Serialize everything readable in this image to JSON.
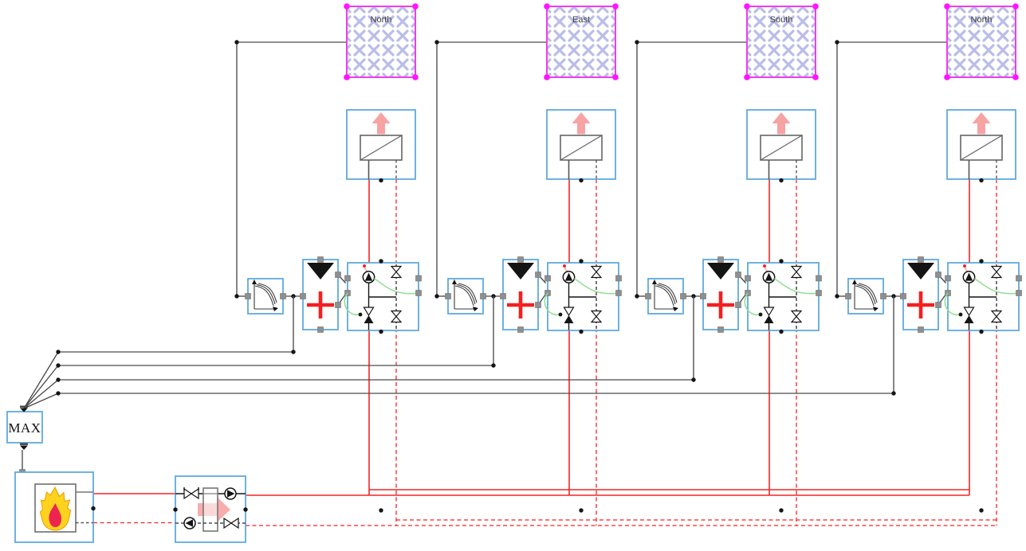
{
  "zones": [
    {
      "label": "North"
    },
    {
      "label": "East"
    },
    {
      "label": "South"
    },
    {
      "label": "North"
    }
  ],
  "max_block": {
    "label": "MAX"
  },
  "icons": {
    "room": "crosshatch-room-icon",
    "radiator": "radiator-heat-arrow-icon",
    "heating_curve": "heating-curve-icon",
    "sum_block": "triangle-plus-icon",
    "pump_valve_unit": "pump-and-valves-icon",
    "boiler": "flame-icon",
    "hydraulic_unit": "flow-arrow-icon"
  },
  "colors": {
    "component_border": "#5faadc",
    "room_border": "#ee3cee",
    "room_corner": "#ff14ff",
    "room_hatch": "#b9bde9",
    "pipe_red": "#f42525",
    "signal_line": "#4a4a4a",
    "heat_arrow_pink": "#f7a3a3",
    "control_green": "#8ede8e",
    "plus_red": "#f41f1f",
    "flame_outer": "#ffd21e",
    "flame_inner": "#ee2450"
  }
}
